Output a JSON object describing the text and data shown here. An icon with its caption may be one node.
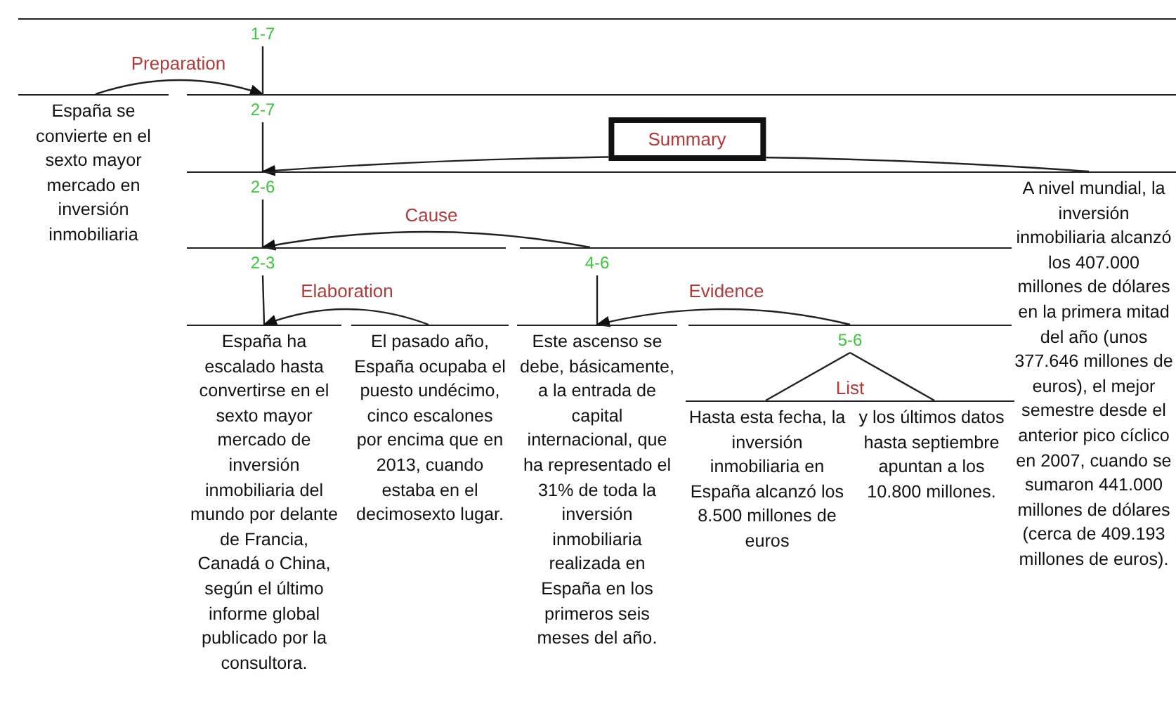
{
  "diagram": {
    "nodes": [
      {
        "text": [
          "1-7"
        ]
      },
      {
        "text": [
          "España se convierte en el sexto mayor mercado en inversión inmobiliaria"
        ]
      },
      {
        "text": [
          "2-7"
        ]
      },
      {
        "text": [
          "2-6"
        ]
      },
      {
        "text": [
          "A nivel mundial, la inversión inmobiliaria alcanzó los 407.000 millones de dólares en la primera mitad del año (unos 377.646 millones de euros), el mejor semestre desde el anterior pico cíclico en 2007, cuando se sumaron 441.000 millones de dólares (cerca de 409.193 millones de euros)."
        ]
      },
      {
        "text": [
          "2-3"
        ]
      },
      {
        "text": [
          "4-6"
        ]
      },
      {
        "text": [
          "España ha escalado hasta convertirse en el sexto mayor mercado de inversión inmobiliaria del mundo por delante de Francia, Canadá o China, según el último informe global publicado por la consultora."
        ]
      },
      {
        "text": [
          "El pasado año, España ocupaba el puesto undécimo, cinco escalones por encima que en 2013, cuando estaba en el decimosexto lugar."
        ]
      },
      {
        "text": [
          "Este ascenso se debe, básicamente, a la entrada de capital internacional, que ha representado el 31% de toda la inversión inmobiliaria realizada en España en los primeros seis meses del año."
        ]
      },
      {
        "text": [
          "5-6"
        ]
      },
      {
        "text": [
          "Hasta esta fecha, la inversión inmobiliaria en España alcanzó los 8.500 millones de euros"
        ]
      },
      {
        "text": [
          "y los últimos datos hasta septiembre apuntan a los 10.800 millones."
        ]
      }
    ],
    "edges": [
      {
        "from": 0,
        "to": 2,
        "arrow": "none"
      },
      {
        "from": 1,
        "to": 2,
        "arrow": "to",
        "label": "Preparation"
      },
      {
        "from": 2,
        "to": 3,
        "arrow": "none"
      },
      {
        "from": 4,
        "to": 3,
        "arrow": "to",
        "label": "Summary"
      },
      {
        "from": 3,
        "to": 5,
        "arrow": "none"
      },
      {
        "from": 6,
        "to": 5,
        "arrow": "to",
        "label": "Cause"
      },
      {
        "from": 5,
        "to": 7,
        "arrow": "none"
      },
      {
        "from": 8,
        "to": 7,
        "arrow": "to",
        "label": "Elaboration"
      },
      {
        "from": 6,
        "to": 9,
        "arrow": "none"
      },
      {
        "from": 10,
        "to": 9,
        "arrow": "to",
        "label": "Evidence"
      },
      {
        "from": 10,
        "to": 11,
        "arrow": "none",
        "label": "List"
      },
      {
        "from": 10,
        "to": 12,
        "arrow": "none"
      }
    ]
  }
}
